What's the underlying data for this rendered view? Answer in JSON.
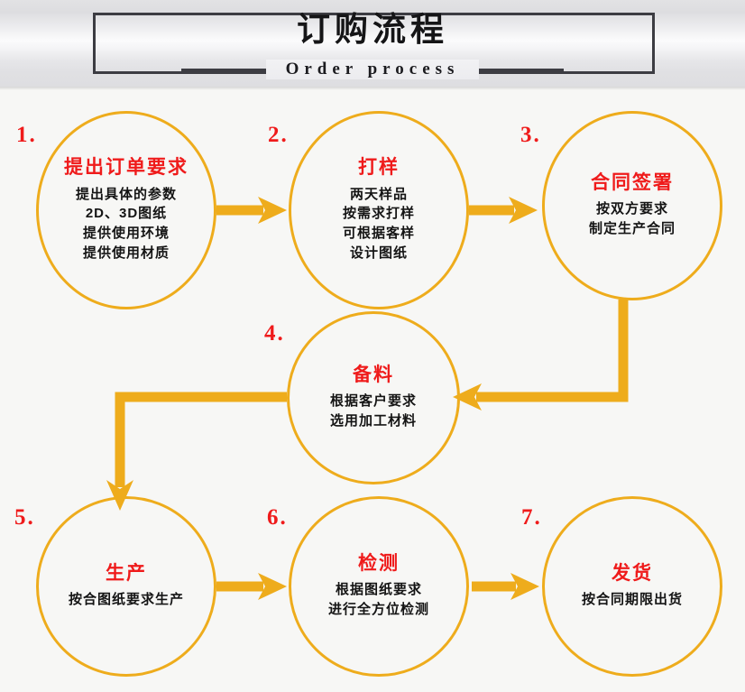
{
  "header": {
    "title": "订购流程",
    "subtitle": "Order process"
  },
  "colors": {
    "accent": "#eeac1c",
    "title_red": "#ef1b1b",
    "body_black": "#141414",
    "frame": "#3c3c42",
    "page_bg": "#f7f7f5"
  },
  "steps": [
    {
      "number": "1.",
      "title": "提出订单要求",
      "lines": [
        "提出具体的参数",
        "2D、3D图纸",
        "提供使用环境",
        "提供使用材质"
      ]
    },
    {
      "number": "2.",
      "title": "打样",
      "lines": [
        "两天样品",
        "按需求打样",
        "可根据客样",
        "设计图纸"
      ]
    },
    {
      "number": "3.",
      "title": "合同签署",
      "lines": [
        "按双方要求",
        "制定生产合同"
      ]
    },
    {
      "number": "4.",
      "title": "备料",
      "lines": [
        "根据客户要求",
        "选用加工材料"
      ]
    },
    {
      "number": "5.",
      "title": "生产",
      "lines": [
        "按合图纸要求生产"
      ]
    },
    {
      "number": "6.",
      "title": "检测",
      "lines": [
        "根据图纸要求",
        "进行全方位检测"
      ]
    },
    {
      "number": "7.",
      "title": "发货",
      "lines": [
        "按合同期限出货"
      ]
    }
  ],
  "connectors": [
    {
      "name": "arrow-step1-to-step2",
      "direction": "right"
    },
    {
      "name": "arrow-step2-to-step3",
      "direction": "right"
    },
    {
      "name": "arrow-step3-to-step4",
      "direction": "down-then-left"
    },
    {
      "name": "arrow-step4-to-step5",
      "direction": "left-then-down"
    },
    {
      "name": "arrow-step5-to-step6",
      "direction": "right"
    },
    {
      "name": "arrow-step6-to-step7",
      "direction": "right"
    }
  ]
}
